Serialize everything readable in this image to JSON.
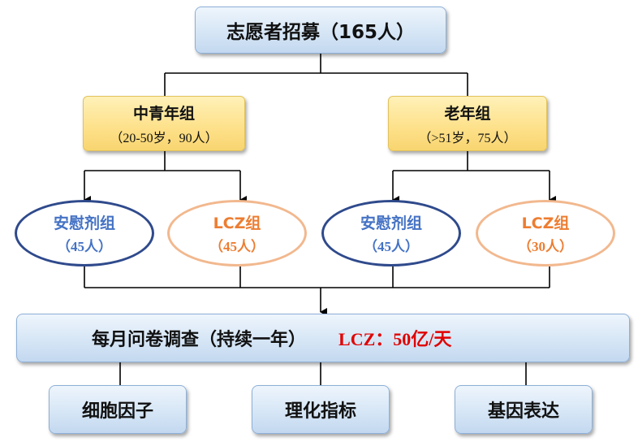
{
  "colors": {
    "placebo": "#4472c4",
    "lcz": "#ed7d31",
    "dose": "#e00000"
  },
  "top": {
    "label": "志愿者招募（165人）"
  },
  "groups": [
    {
      "label": "中青年组",
      "detail": "（20-50岁，90人）"
    },
    {
      "label": "老年组",
      "detail": "（>51岁，75人）"
    }
  ],
  "arms": [
    {
      "label": "安慰剂组",
      "count": "（45人）"
    },
    {
      "label": "LCZ组",
      "count": "（45人）"
    },
    {
      "label": "安慰剂组",
      "count": "（45人）"
    },
    {
      "label": "LCZ组",
      "count": "（30人）"
    }
  ],
  "survey": {
    "label": "每月问卷调查（持续一年）",
    "dose": "LCZ：50亿/天"
  },
  "outcomes": [
    "细胞因子",
    "理化指标",
    "基因表达"
  ]
}
